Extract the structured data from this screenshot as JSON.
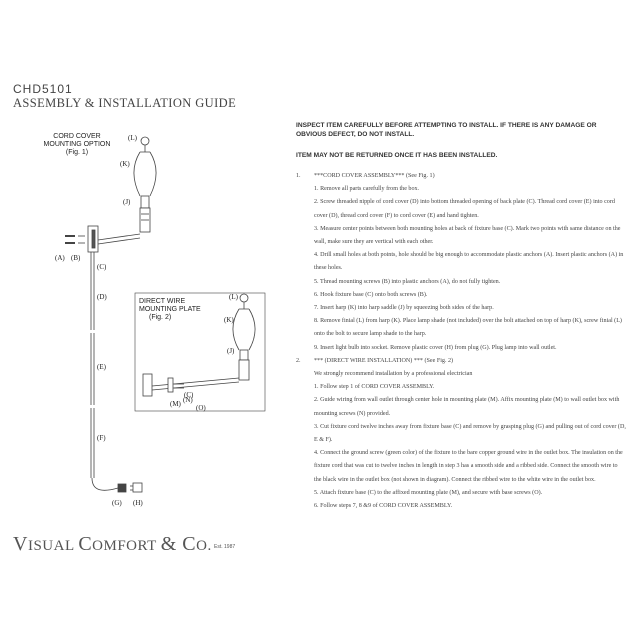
{
  "header": {
    "model": "CHD5101",
    "title": "ASSEMBLY & INSTALLATION GUIDE"
  },
  "figure1": {
    "title_lines": [
      "CORD COVER",
      "MOUNTING OPTION",
      "(Fig. 1)"
    ],
    "labels": {
      "L": "(L)",
      "K": "(K)",
      "J": "(J)",
      "A": "(A)",
      "B": "(B)",
      "C": "(C)",
      "D": "(D)",
      "E": "(E)",
      "F": "(F)",
      "G": "(G)",
      "H": "(H)"
    }
  },
  "figure2": {
    "title_lines": [
      "DIRECT WIRE",
      "MOUNTING PLATE",
      "(Fig. 2)"
    ],
    "labels": {
      "L": "(L)",
      "K": "(K)",
      "J": "(J)",
      "C": "(C)",
      "M": "(M)",
      "N": "(N)",
      "O": "(O)"
    }
  },
  "warnings": [
    "INSPECT ITEM CAREFULLY BEFORE ATTEMPTING TO INSTALL. IF THERE IS ANY DAMAGE OR OBVIOUS DEFECT, DO NOT INSTALL.",
    "ITEM MAY NOT BE RETURNED ONCE IT HAS BEEN INSTALLED."
  ],
  "sections": [
    {
      "num": "1.",
      "heading": "***CORD COVER ASSEMBLY*** (See Fig. 1)",
      "items": [
        "1. Remove all parts carefully from the box.",
        "2. Screw threaded nipple of cord cover (D) into bottom threaded opening of back plate (C). Thread cord cover (E) into cord cover (D), thread cord cover (F) to cord cover (E) and hand tighten.",
        "3. Measure center points between both mounting holes at back of fixture base (C). Mark two points with same distance on the wall, make sure they are vertical with each other.",
        "4. Drill small holes at both points, hole should be big enough to accommodate plastic anchors (A). Insert plastic anchors (A) in these holes.",
        "5. Thread mounting screws (B) into plastic anchors (A), do not fully tighten.",
        "6. Hook fixture base (C) onto both screws (B).",
        "7. Insert harp (K) into harp saddle (J) by squeezing both sides of the harp.",
        "8. Remove finial (L) from harp (K). Place lamp shade (not included) over the bolt attached on top of harp (K), screw finial (L) onto the bolt to secure lamp shade to the harp.",
        "9. Insert light bulb into socket. Remove plastic cover (H) from plug (G). Plug lamp into wall outlet."
      ]
    },
    {
      "num": "2.",
      "heading": "*** (DIRECT WIRE INSTALLATION) *** (See Fig. 2)",
      "items": [
        "We strongly recommend installation by a professional electrician",
        "1. Follow step 1 of CORD COVER ASSEMBLY.",
        "2. Guide wiring from wall outlet through center hole in mounting plate (M). Affix mounting plate (M) to wall outlet box with mounting screws (N) provided.",
        "3. Cut fixture cord twelve inches away from fixture base (C) and remove by grasping plug (G) and pulling out of cord cover (D, E & F).",
        "4. Connect the ground screw (green color) of the fixture to the bare copper ground wire in the outlet box. The insulation on the fixture cord that was cut to twelve inches in length in step 3 has a smooth side and a ribbed side. Connect the smooth wire to the black wire in the outlet box (not shown in diagram). Connect the ribbed wire to the white wire in the outlet box.",
        "5. Attach fixture base (C) to the affixed mounting plate (M), and secure with base screws (O).",
        "6. Follow steps 7, 8 &9 of CORD COVER ASSEMBLY."
      ]
    }
  ],
  "brand": {
    "name_v": "V",
    "name_isual": "ISUAL ",
    "name_c": "C",
    "name_omfort": "OMFORT ",
    "name_co": "& C",
    "name_o": "O.",
    "est": "Est. 1987"
  },
  "colors": {
    "text": "#333333",
    "line": "#444444"
  }
}
